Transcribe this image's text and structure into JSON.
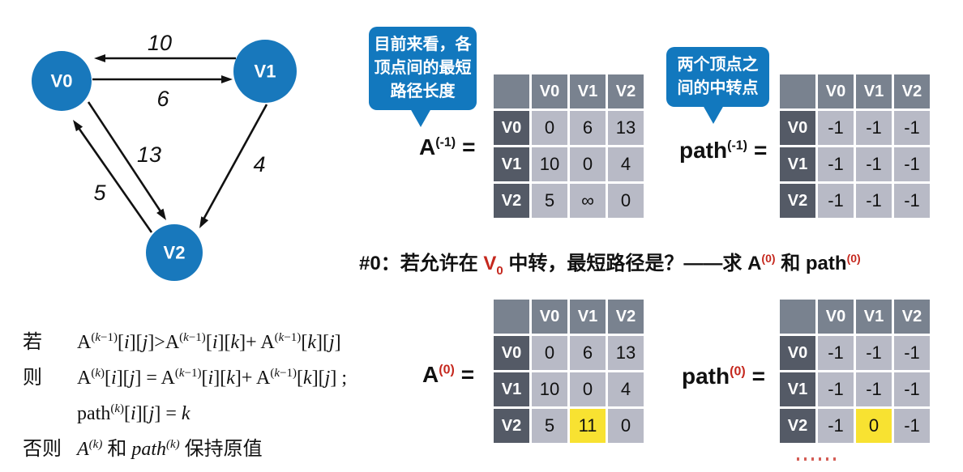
{
  "graph": {
    "nodes": [
      {
        "label": "V0"
      },
      {
        "label": "V1"
      },
      {
        "label": "V2"
      }
    ],
    "edges": [
      {
        "from": "V1",
        "to": "V0",
        "weight": "10"
      },
      {
        "from": "V0",
        "to": "V1",
        "weight": "6"
      },
      {
        "from": "V0",
        "to": "V2",
        "weight": "13"
      },
      {
        "from": "V2",
        "to": "V0",
        "weight": "5"
      },
      {
        "from": "V1",
        "to": "V2",
        "weight": "4"
      }
    ],
    "node_color": "#1878BC"
  },
  "callouts": {
    "shortest": {
      "lines": [
        "目前来看，各",
        "顶点间的最短",
        "路径长度"
      ]
    },
    "transfer": {
      "lines": [
        "两个顶点之",
        "间的中转点"
      ]
    }
  },
  "heading": {
    "p1": "#0：若允许在 ",
    "v_base": "V",
    "v_sub": "0",
    "p2": " 中转，最短路径是？——求 ",
    "a_base": "A",
    "a_sup": "(0)",
    "p3": " 和 ",
    "path_base": "path",
    "path_sup": "(0)"
  },
  "formula": {
    "if_label": "若",
    "line1": "A^{(*k*−1)}[*i*][*j*]>A^{(*k*−1)}[*i*][*k*]+ A^{(*k*−1)}[*k*][*j*]",
    "then_label": "则",
    "line2": "A^{(*k*)}[*i*][*j*] = A^{(*k*−1)}[*i*][*k*]+ A^{(*k*−1)}[*k*][*j*] ;",
    "line3": "path^{(*k*)}[*i*][*j*] = *k*",
    "else_label": "否则",
    "line4": "*A^{(k)}* 和 *path^{(k)}* 保持原值"
  },
  "matrices": {
    "a_prev": {
      "label_base": "A",
      "label_sup": "(-1)",
      "label_eq": "=",
      "sup_red": false,
      "col_headers": [
        "V0",
        "V1",
        "V2"
      ],
      "rows": [
        {
          "header": "V0",
          "cells": [
            "0",
            "6",
            "13"
          ]
        },
        {
          "header": "V1",
          "cells": [
            "10",
            "0",
            "4"
          ]
        },
        {
          "header": "V2",
          "cells": [
            "5",
            "∞",
            "0"
          ]
        }
      ],
      "highlight": null
    },
    "path_prev": {
      "label_base": "path",
      "label_sup": "(-1)",
      "label_eq": "=",
      "sup_red": false,
      "col_headers": [
        "V0",
        "V1",
        "V2"
      ],
      "rows": [
        {
          "header": "V0",
          "cells": [
            "-1",
            "-1",
            "-1"
          ]
        },
        {
          "header": "V1",
          "cells": [
            "-1",
            "-1",
            "-1"
          ]
        },
        {
          "header": "V2",
          "cells": [
            "-1",
            "-1",
            "-1"
          ]
        }
      ],
      "highlight": null
    },
    "a_0": {
      "label_base": "A",
      "label_sup": "(0)",
      "label_eq": "=",
      "sup_red": true,
      "col_headers": [
        "V0",
        "V1",
        "V2"
      ],
      "rows": [
        {
          "header": "V0",
          "cells": [
            "0",
            "6",
            "13"
          ]
        },
        {
          "header": "V1",
          "cells": [
            "10",
            "0",
            "4"
          ]
        },
        {
          "header": "V2",
          "cells": [
            "5",
            "11",
            "0"
          ]
        }
      ],
      "highlight": {
        "row": 2,
        "col": 1
      }
    },
    "path_0": {
      "label_base": "path",
      "label_sup": "(0)",
      "label_eq": "=",
      "sup_red": true,
      "col_headers": [
        "V0",
        "V1",
        "V2"
      ],
      "rows": [
        {
          "header": "V0",
          "cells": [
            "-1",
            "-1",
            "-1"
          ]
        },
        {
          "header": "V1",
          "cells": [
            "-1",
            "-1",
            "-1"
          ]
        },
        {
          "header": "V2",
          "cells": [
            "-1",
            "0",
            "-1"
          ]
        }
      ],
      "highlight": {
        "row": 2,
        "col": 1
      }
    }
  },
  "colors": {
    "node_blue": "#1878BC",
    "callout_blue": "#1278BE",
    "col_header_gray": "#79828F",
    "row_header_gray": "#545A66",
    "cell_gray": "#B8BAC6",
    "highlight_yellow": "#F8E231",
    "accent_red": "#C5281E"
  }
}
